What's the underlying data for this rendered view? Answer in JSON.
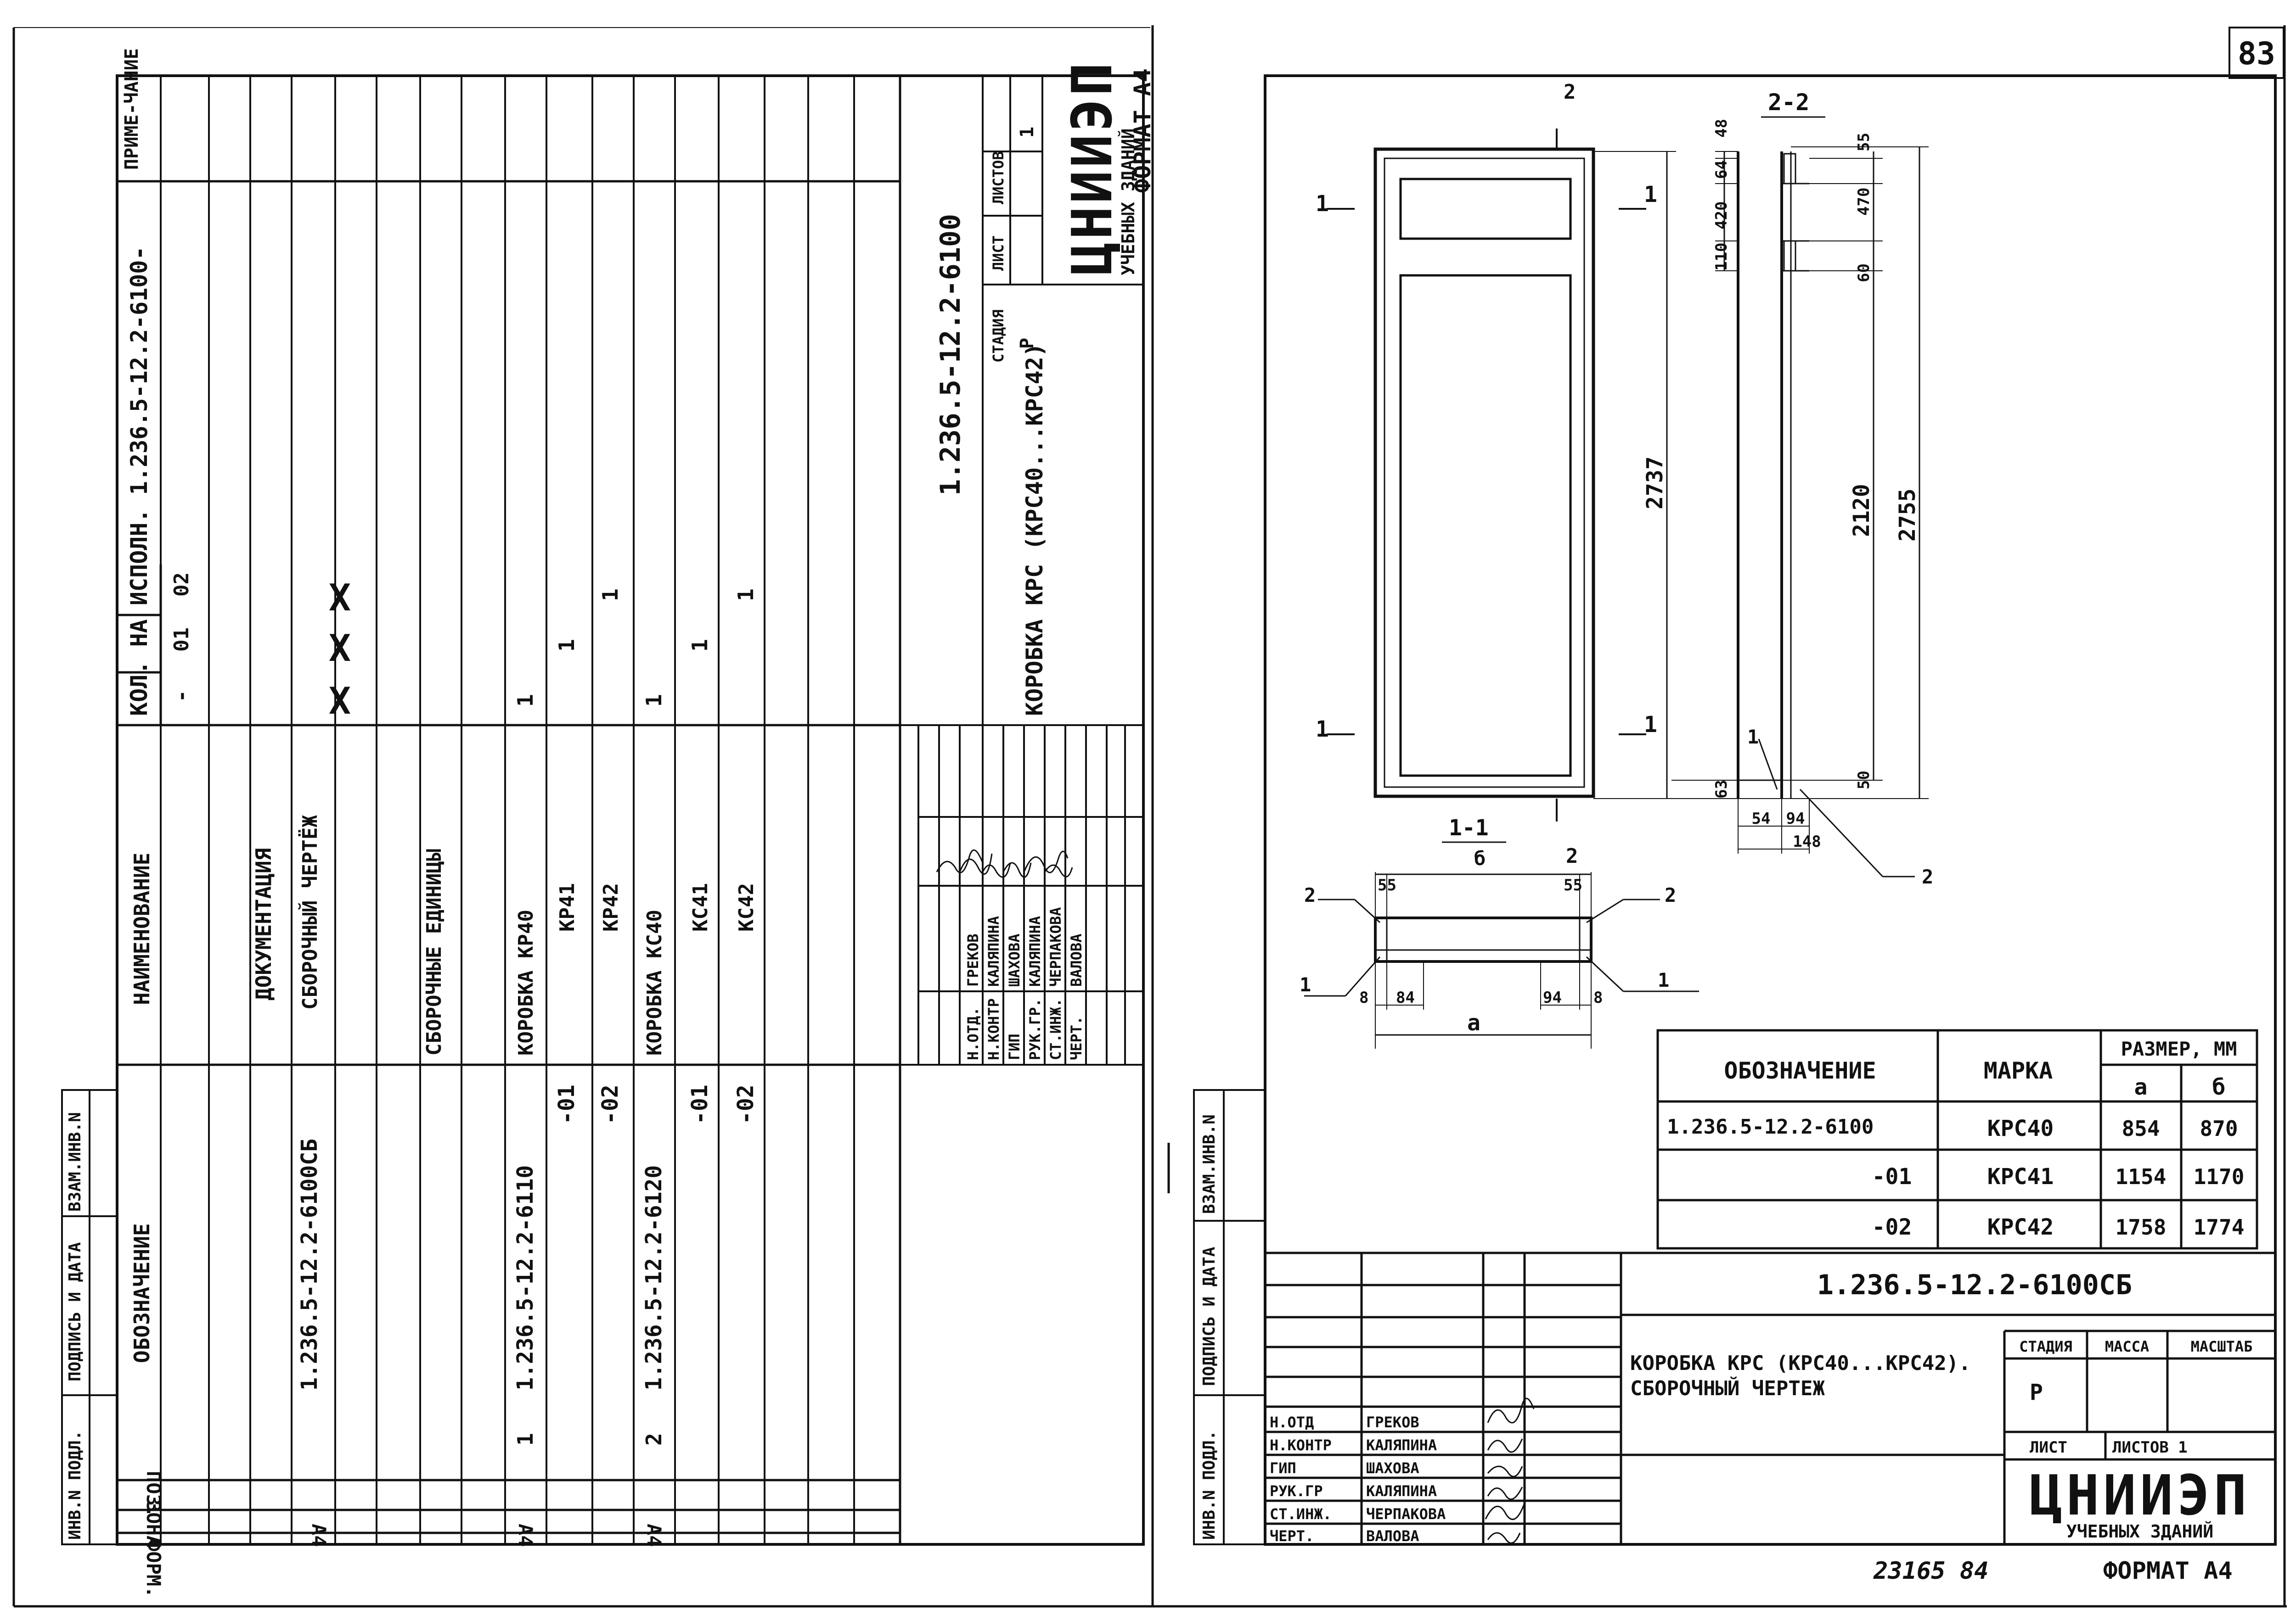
{
  "page_number": "83",
  "spec_sheet": {
    "format_label": "ФОРМАТ А4",
    "header": {
      "format": "ФОРМ.",
      "zone": "ЗОНА",
      "pos": "ПОЗ.",
      "designation": "ОБОЗНАЧЕНИЕ",
      "name": "НАИМЕНОВАНИЕ",
      "qty_title": "КОЛ. НА ИСПОЛН. 1.236.5-12.2-6100-",
      "qty_cols": [
        "-",
        "01",
        "02"
      ],
      "note": "ПРИМЕ-ЧАНИЕ"
    },
    "rows": [
      {
        "format": "",
        "pos": "",
        "designation": "",
        "name": "ДОКУМЕНТАЦИЯ",
        "q0": "",
        "q1": "",
        "q2": ""
      },
      {
        "format": "А4",
        "pos": "",
        "designation": "1.236.5-12.2-6100СБ",
        "name": "СБОРОЧНЫЙ ЧЕРТЁЖ",
        "q0": "X",
        "q1": "X",
        "q2": "X"
      },
      {
        "format": "",
        "pos": "",
        "designation": "",
        "name": "СБОРОЧНЫЕ ЕДИНИЦЫ",
        "q0": "",
        "q1": "",
        "q2": ""
      },
      {
        "format": "А4",
        "pos": "1",
        "designation": "1.236.5-12.2-6110",
        "name": "КОРОБКА КР40",
        "q0": "1",
        "q1": "",
        "q2": ""
      },
      {
        "format": "",
        "pos": "",
        "designation": "-01",
        "name": "КР41",
        "q0": "",
        "q1": "1",
        "q2": ""
      },
      {
        "format": "",
        "pos": "",
        "designation": "-02",
        "name": "КР42",
        "q0": "",
        "q1": "",
        "q2": "1"
      },
      {
        "format": "А4",
        "pos": "2",
        "designation": "1.236.5-12.2-6120",
        "name": "КОРОБКА КС40",
        "q0": "1",
        "q1": "",
        "q2": ""
      },
      {
        "format": "",
        "pos": "",
        "designation": "-01",
        "name": "КС41",
        "q0": "",
        "q1": "1",
        "q2": ""
      },
      {
        "format": "",
        "pos": "",
        "designation": "-02",
        "name": "КС42",
        "q0": "",
        "q1": "",
        "q2": "1"
      }
    ],
    "side_labels": [
      "ИНВ.N ПОДЛ.",
      "ПОДПИСЬ И ДАТА",
      "ВЗАМ.ИНВ.N"
    ],
    "title_block": {
      "code": "1.236.5-12.2-6100",
      "title": "КОРОБКА КРС (КРС40...КРС42)",
      "stage_label": "СТАДИЯ",
      "sheet_label": "ЛИСТ",
      "sheets_label": "ЛИСТОВ",
      "stage": "Р",
      "sheets": "1",
      "org": "ЦНИИЭП",
      "org_sub": "УЧЕБНЫХ ЗДАНИЙ",
      "people": [
        {
          "role": "Н.ОТД.",
          "name": "ГРЕКОВ"
        },
        {
          "role": "Н.КОНТР",
          "name": "КАЛЯПИНА"
        },
        {
          "role": "ГИП",
          "name": "ШАХОВА"
        },
        {
          "role": "РУК.ГР.",
          "name": "КАЛЯПИНА"
        },
        {
          "role": "СТ.ИНЖ.",
          "name": "ЧЕРПАКОВА"
        },
        {
          "role": "ЧЕРТ.",
          "name": "ВАЛОВА"
        }
      ]
    }
  },
  "drawing": {
    "section_labels": {
      "s11": "1",
      "s22": "2",
      "sec22": "2-2",
      "sec11": "1-1",
      "sec11_sub": "б"
    },
    "dims_front": {
      "height": "2737"
    },
    "dims_side": {
      "d48": "48",
      "d64": "64",
      "d420": "420",
      "d110": "110",
      "d55": "55",
      "d470": "470",
      "d60": "60",
      "d2120": "2120",
      "d2755": "2755",
      "d50": "50",
      "d63": "63",
      "d54": "54",
      "d94": "94",
      "d148": "148"
    },
    "dims_plan": {
      "d55a": "55",
      "d55b": "55",
      "d8a": "8",
      "d84": "84",
      "d94": "94",
      "d8b": "8",
      "a": "a"
    },
    "leaders": {
      "l1": "1",
      "l2": "2"
    }
  },
  "size_table": {
    "headers": {
      "designation": "ОБОЗНАЧЕНИЕ",
      "mark": "МАРКА",
      "size": "РАЗМЕР, ММ",
      "a": "а",
      "b": "б"
    },
    "rows": [
      {
        "designation": "1.236.5-12.2-6100",
        "mark": "КРС40",
        "a": "854",
        "b": "870"
      },
      {
        "designation": "-01",
        "mark": "КРС41",
        "a": "1154",
        "b": "1170"
      },
      {
        "designation": "-02",
        "mark": "КРС42",
        "a": "1758",
        "b": "1774"
      }
    ]
  },
  "title_block": {
    "code": "1.236.5-12.2-6100СБ",
    "title_line1": "КОРОБКА КРС (КРС40...КРС42).",
    "title_line2": "СБОРОЧНЫЙ ЧЕРТЕЖ",
    "stage_label": "СТАДИЯ",
    "mass_label": "МАССА",
    "scale_label": "МАСШТАБ",
    "stage": "Р",
    "sheet_label": "ЛИСТ",
    "sheets_label": "ЛИСТОВ 1",
    "org": "ЦНИИЭП",
    "org_sub": "УЧЕБНЫХ ЗДАНИЙ",
    "people": [
      {
        "role": "Н.ОТД",
        "name": "ГРЕКОВ"
      },
      {
        "role": "Н.КОНТР",
        "name": "КАЛЯПИНА"
      },
      {
        "role": "ГИП",
        "name": "ШАХОВА"
      },
      {
        "role": "РУК.ГР",
        "name": "КАЛЯПИНА"
      },
      {
        "role": "СТ.ИНЖ.",
        "name": "ЧЕРПАКОВА"
      },
      {
        "role": "ЧЕРТ.",
        "name": "ВАЛОВА"
      }
    ],
    "side_labels": [
      "ИНВ.N ПОДЛ.",
      "ПОДПИСЬ И ДАТА",
      "ВЗАМ.ИНВ.N"
    ]
  },
  "footer": {
    "stamp": "23165  84",
    "format": "ФОРМАТ А4"
  }
}
